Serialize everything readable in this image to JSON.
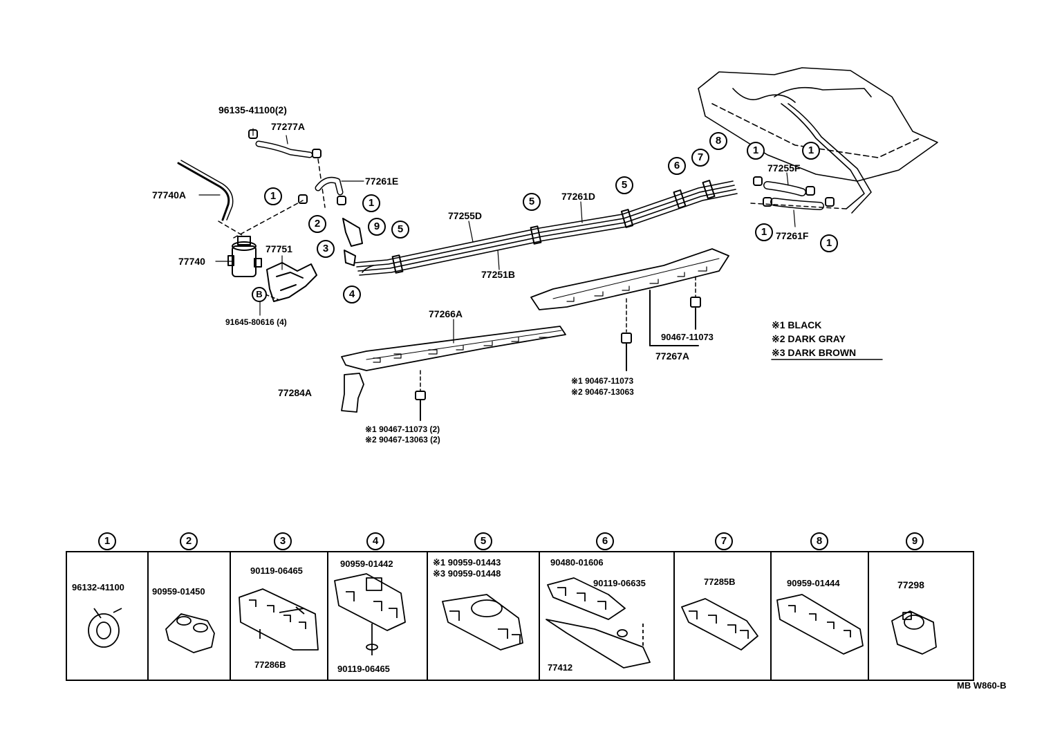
{
  "parts": {
    "p_96135": "96135-41100(2)",
    "p_77277A": "77277A",
    "p_77740A": "77740A",
    "p_77261E": "77261E",
    "p_77740": "77740",
    "p_77751": "77751",
    "p_91645": "91645-80616 (4)",
    "p_77255D": "77255D",
    "p_77251B": "77251B",
    "p_77261D": "77261D",
    "p_77266A": "77266A",
    "p_77284A": "77284A",
    "p_90467a": "※1  90467-11073 (2)",
    "p_90467b": "※2  90467-13063 (2)",
    "p_90467c": "※1  90467-11073",
    "p_90467d": "※2  90467-13063",
    "p_90467e": "90467-11073",
    "p_77267A": "77267A",
    "p_77255F": "77255F",
    "p_77261F": "77261F",
    "b_circle": "B"
  },
  "callouts": [
    "1",
    "2",
    "3",
    "4",
    "5",
    "6",
    "7",
    "8",
    "9"
  ],
  "legend": {
    "l1": "※1 BLACK",
    "l2": "※2 DARK GRAY",
    "l3": "※3 DARK BROWN"
  },
  "table": {
    "c1": {
      "num": "1",
      "part": "96132-41100"
    },
    "c2": {
      "num": "2",
      "part": "90959-01450"
    },
    "c3": {
      "num": "3",
      "part_top": "90119-06465",
      "part_bottom": "77286B"
    },
    "c4": {
      "num": "4",
      "part_top": "90959-01442",
      "part_bottom": "90119-06465"
    },
    "c5": {
      "num": "5",
      "part_top": "※1  90959-01443",
      "part_bottom": "※3  90959-01448"
    },
    "c6": {
      "num": "6",
      "part_top": "90480-01606",
      "part_mid": "90119-06635",
      "part_bottom": "77412"
    },
    "c7": {
      "num": "7",
      "part": "77285B"
    },
    "c8": {
      "num": "8",
      "part": "90959-01444"
    },
    "c9": {
      "num": "9",
      "part": "77298"
    }
  },
  "ref_code": "MB  W860-B"
}
